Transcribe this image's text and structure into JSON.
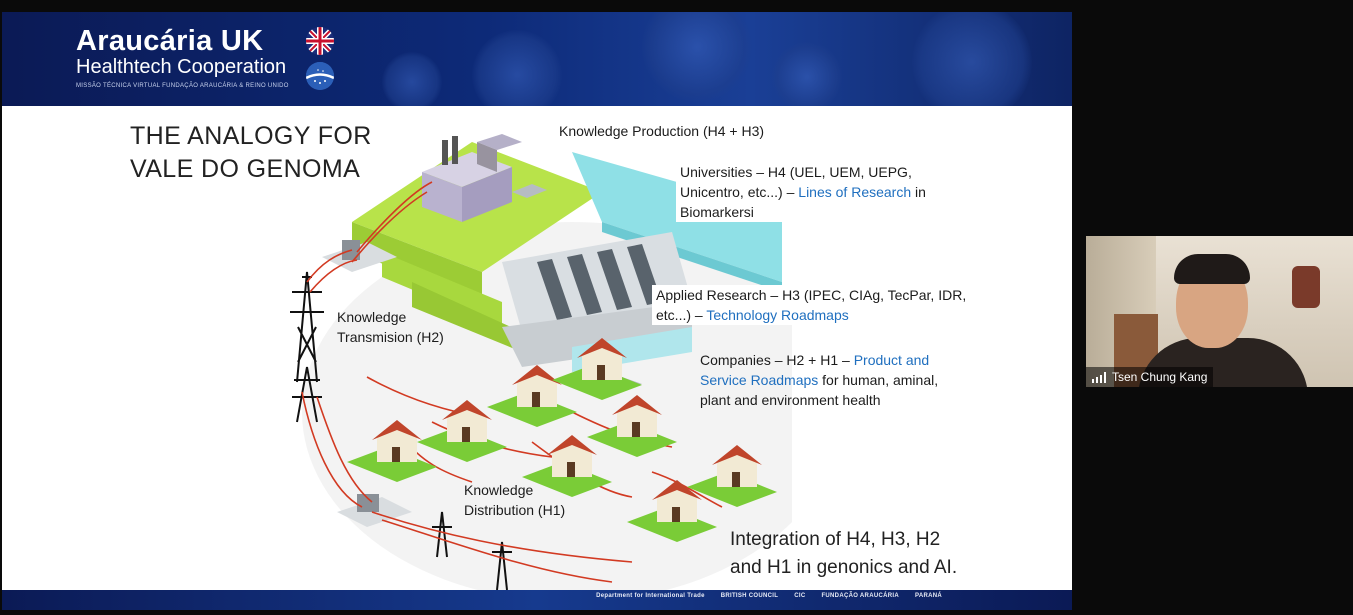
{
  "banner": {
    "title": "Araucária UK",
    "subtitle": "Healthtech Cooperation",
    "tagline": "MISSÃO TÉCNICA VIRTUAL FUNDAÇÃO ARAUCÁRIA & REINO UNIDO"
  },
  "slide": {
    "title_line1": "THE ANALOGY FOR",
    "title_line2": "VALE DO GENOMA",
    "knowledge_production": "Knowledge Production (H4 + H3)",
    "universities": {
      "line1": "Universities – H4 (UEL, UEM, UEPG,",
      "line2_pre": "Unicentro, etc...) – ",
      "line2_link": "Lines of Research",
      "line2_post": " in",
      "line3": "Biomarkersi"
    },
    "applied_research": {
      "line1": "Applied Research – H3 (IPEC, CIAg, TecPar, IDR,",
      "line2_pre": "etc...) – ",
      "line2_link": "Technology Roadmaps"
    },
    "transmission": {
      "line1": "Knowledge",
      "line2": "Transmision (H2)"
    },
    "companies": {
      "line1_pre": "Companies – H2 + H1 – ",
      "line1_link": "Product and",
      "line2_link": "Service Roadmaps",
      "line2_post": " for human, aminal,",
      "line3": "plant and environment health"
    },
    "distribution": {
      "line1": "Knowledge",
      "line2": "Distribution (H1)"
    },
    "integration": {
      "line1": "Integration of H4, H3, H2",
      "line2": "and H1 in genonics and AI."
    }
  },
  "footer": {
    "logos": [
      "Department for International Trade",
      "BRITISH COUNCIL",
      "CIC",
      "FUNDAÇÃO ARAUCÁRIA",
      "PARANÁ"
    ]
  },
  "participant": {
    "name": "Tsen Chung Kang",
    "signal_icon": "signal-bars-icon"
  },
  "colors": {
    "banner": "#0d2a78",
    "link": "#1f6fbf",
    "grass": "#b8e34a",
    "water": "#8fe0e6",
    "wire": "#d23a22",
    "roof": "#c0452b"
  }
}
